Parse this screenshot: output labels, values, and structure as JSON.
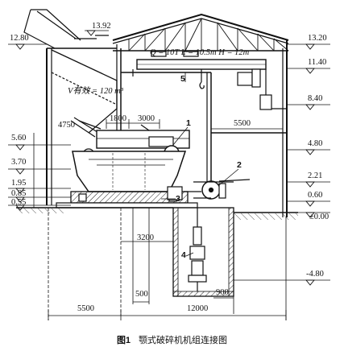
{
  "figure": {
    "number": "图1",
    "title": "颚式破碎机机组连接图"
  },
  "crane_spec": "Q = 10T  L = 10.5m  H = 12m",
  "bin_volume": "V有效 = 120 m³",
  "elevations": {
    "top_left": "12.80",
    "hopper_top": "13.92",
    "roof_right": "13.20",
    "rail_right": "11.40",
    "mid_right": "8.40",
    "floor_right": "4.80",
    "level_221": "2.21",
    "level_060": "0.60",
    "ground": "±0.00",
    "pit_bottom": "-4.80",
    "left_560": "5.60",
    "left_370": "3.70",
    "left_195": "1.95",
    "left_085": "0.85",
    "left_055": "0.55",
    "chute_4750": "4750"
  },
  "dimensions": {
    "d1800": "1800",
    "d3000": "3000",
    "d5500_upper": "5500",
    "d3200": "3200",
    "d500": "500",
    "d900": "900",
    "d5500_lower": "5500",
    "d12000": "12000"
  },
  "callouts": [
    "1",
    "2",
    "3",
    "4",
    "5"
  ]
}
